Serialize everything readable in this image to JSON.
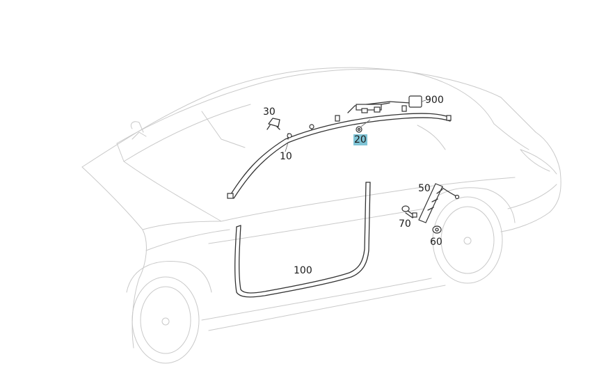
{
  "diagram": {
    "parts": [
      {
        "id": "part-900",
        "label": "900"
      },
      {
        "id": "part-30",
        "label": "30"
      },
      {
        "id": "part-20",
        "label": "20",
        "highlighted": true
      },
      {
        "id": "part-10",
        "label": "10"
      },
      {
        "id": "part-50",
        "label": "50"
      },
      {
        "id": "part-70",
        "label": "70"
      },
      {
        "id": "part-60",
        "label": "60"
      },
      {
        "id": "part-100",
        "label": "100"
      }
    ],
    "colors": {
      "highlight": "#7fc4d6",
      "car_outline": "#c9c9c9",
      "part_outline": "#333333",
      "text": "#1a1a1a"
    }
  }
}
